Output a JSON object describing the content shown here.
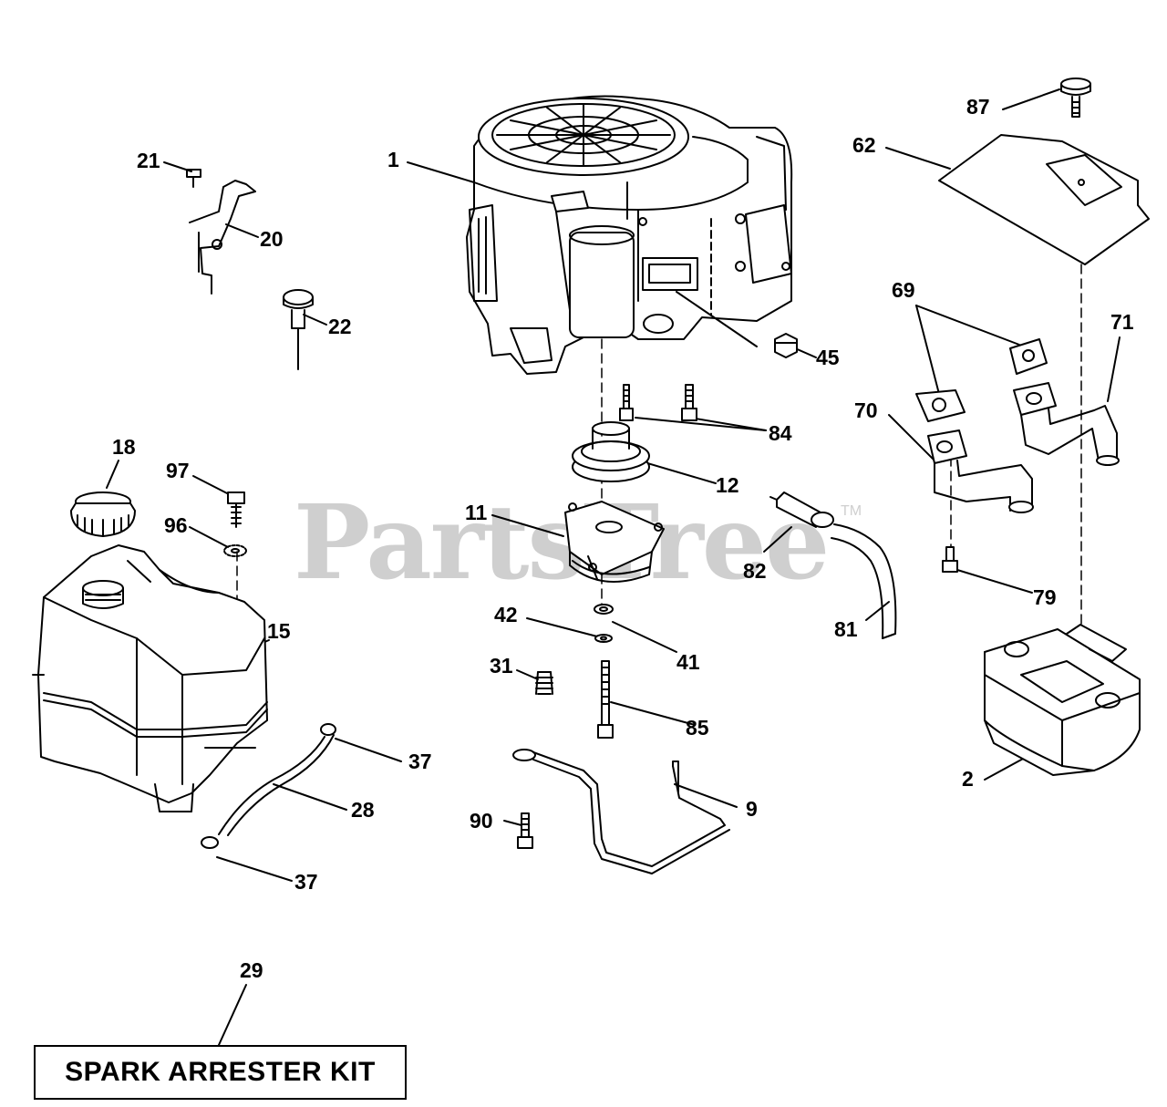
{
  "watermark": {
    "text": "PartsTree",
    "tm": "TM"
  },
  "kit_label": "SPARK ARRESTER KIT",
  "callouts": {
    "c1": "1",
    "c2": "2",
    "c9": "9",
    "c11": "11",
    "c12": "12",
    "c15": "15",
    "c18": "18",
    "c20": "20",
    "c21": "21",
    "c22": "22",
    "c28": "28",
    "c29": "29",
    "c31": "31",
    "c37a": "37",
    "c37b": "37",
    "c41": "41",
    "c42": "42",
    "c45": "45",
    "c62": "62",
    "c69": "69",
    "c70": "70",
    "c71": "71",
    "c79": "79",
    "c81": "81",
    "c82": "82",
    "c84": "84",
    "c85": "85",
    "c87": "87",
    "c90": "90",
    "c96": "96",
    "c97": "97"
  },
  "parts": [
    "engine-icon",
    "muffler-icon",
    "fuel-tank-icon",
    "fuel-cap-icon",
    "clutch-icon",
    "pulley-icon",
    "exhaust-pipe-icon",
    "heat-shield-icon",
    "throttle-bracket-icon",
    "choke-knob-icon",
    "fuel-filter-icon",
    "fuel-line-icon",
    "bolt-icon",
    "washer-icon",
    "gasket-icon",
    "spring-icon",
    "hose-icon",
    "rod-icon"
  ]
}
